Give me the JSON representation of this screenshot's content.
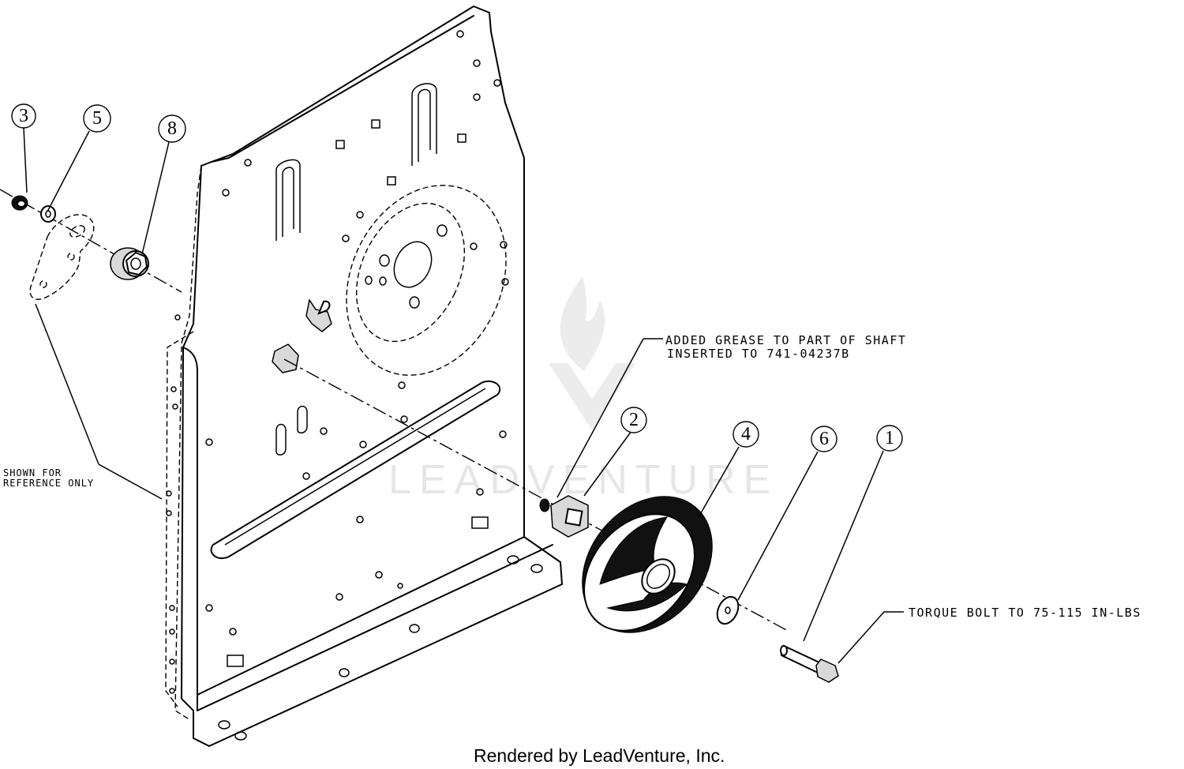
{
  "callouts": [
    {
      "id": "3",
      "label": "3"
    },
    {
      "id": "5",
      "label": "5"
    },
    {
      "id": "8",
      "label": "8"
    },
    {
      "id": "2",
      "label": "2"
    },
    {
      "id": "4",
      "label": "4"
    },
    {
      "id": "6",
      "label": "6"
    },
    {
      "id": "1",
      "label": "1"
    }
  ],
  "notes": {
    "grease_line1": "ADDED GREASE TO PART OF SHAFT",
    "grease_line2": "INSERTED TO 741-04237B",
    "reference_line1": "SHOWN FOR",
    "reference_line2": "REFERENCE ONLY",
    "torque": "TORQUE BOLT TO 75-115 IN-LBS"
  },
  "watermark": "LEADVENTURE",
  "footer": "Rendered by LeadVenture, Inc."
}
